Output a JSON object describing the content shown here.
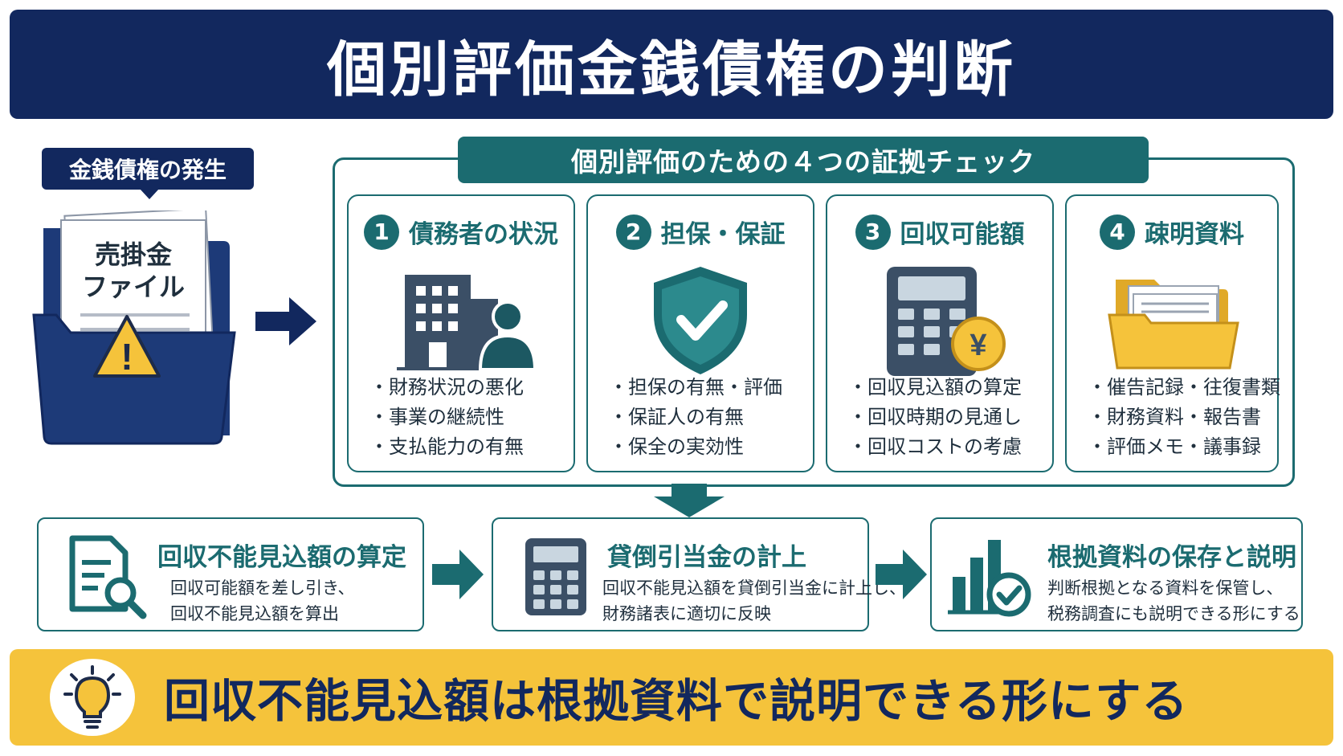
{
  "title": "個別評価金銭債権の判断",
  "occurrence_label": "金銭債権の発生",
  "folder": {
    "label_line1": "売掛金",
    "label_line2": "ファイル",
    "warning_mark": "!"
  },
  "evidence_title": "個別評価のための４つの証拠チェック",
  "cards": [
    {
      "number": "1",
      "title": "債務者の状況",
      "icon": "building-person-icon",
      "items": [
        "・財務状況の悪化",
        "・事業の継続性",
        "・支払能力の有無"
      ]
    },
    {
      "number": "2",
      "title": "担保・保証",
      "icon": "shield-check-icon",
      "items": [
        "・担保の有無・評価",
        "・保証人の有無",
        "・保全の実効性"
      ]
    },
    {
      "number": "3",
      "title": "回収可能額",
      "icon": "calculator-yen-icon",
      "yen_symbol": "¥",
      "items": [
        "・回収見込額の算定",
        "・回収時期の見通し",
        "・回収コストの考慮"
      ]
    },
    {
      "number": "4",
      "title": "疎明資料",
      "icon": "open-folder-icon",
      "items": [
        "・催告記録・往復書類",
        "・財務資料・報告書",
        "・評価メモ・議事録"
      ]
    }
  ],
  "steps": [
    {
      "title": "回収不能見込額の算定",
      "icon": "document-search-icon",
      "desc_line1": "回収可能額を差し引き、",
      "desc_line2": "回収不能見込額を算出"
    },
    {
      "title": "貸倒引当金の計上",
      "icon": "calculator-icon",
      "desc_line1": "回収不能見込額を貸倒引当金に計上し、",
      "desc_line2": "財務諸表に適切に反映"
    },
    {
      "title": "根拠資料の保存と説明",
      "icon": "chart-check-icon",
      "desc_line1": "判断根拠となる資料を保管し、",
      "desc_line2": "税務調査にも説明できる形にする"
    }
  ],
  "conclusion": "回収不能見込額は根拠資料で説明できる形にする",
  "colors": {
    "navy": "#12285e",
    "teal": "#1b6b70",
    "yellow": "#f5c33b",
    "folder_yellow": "#f5c33b"
  }
}
